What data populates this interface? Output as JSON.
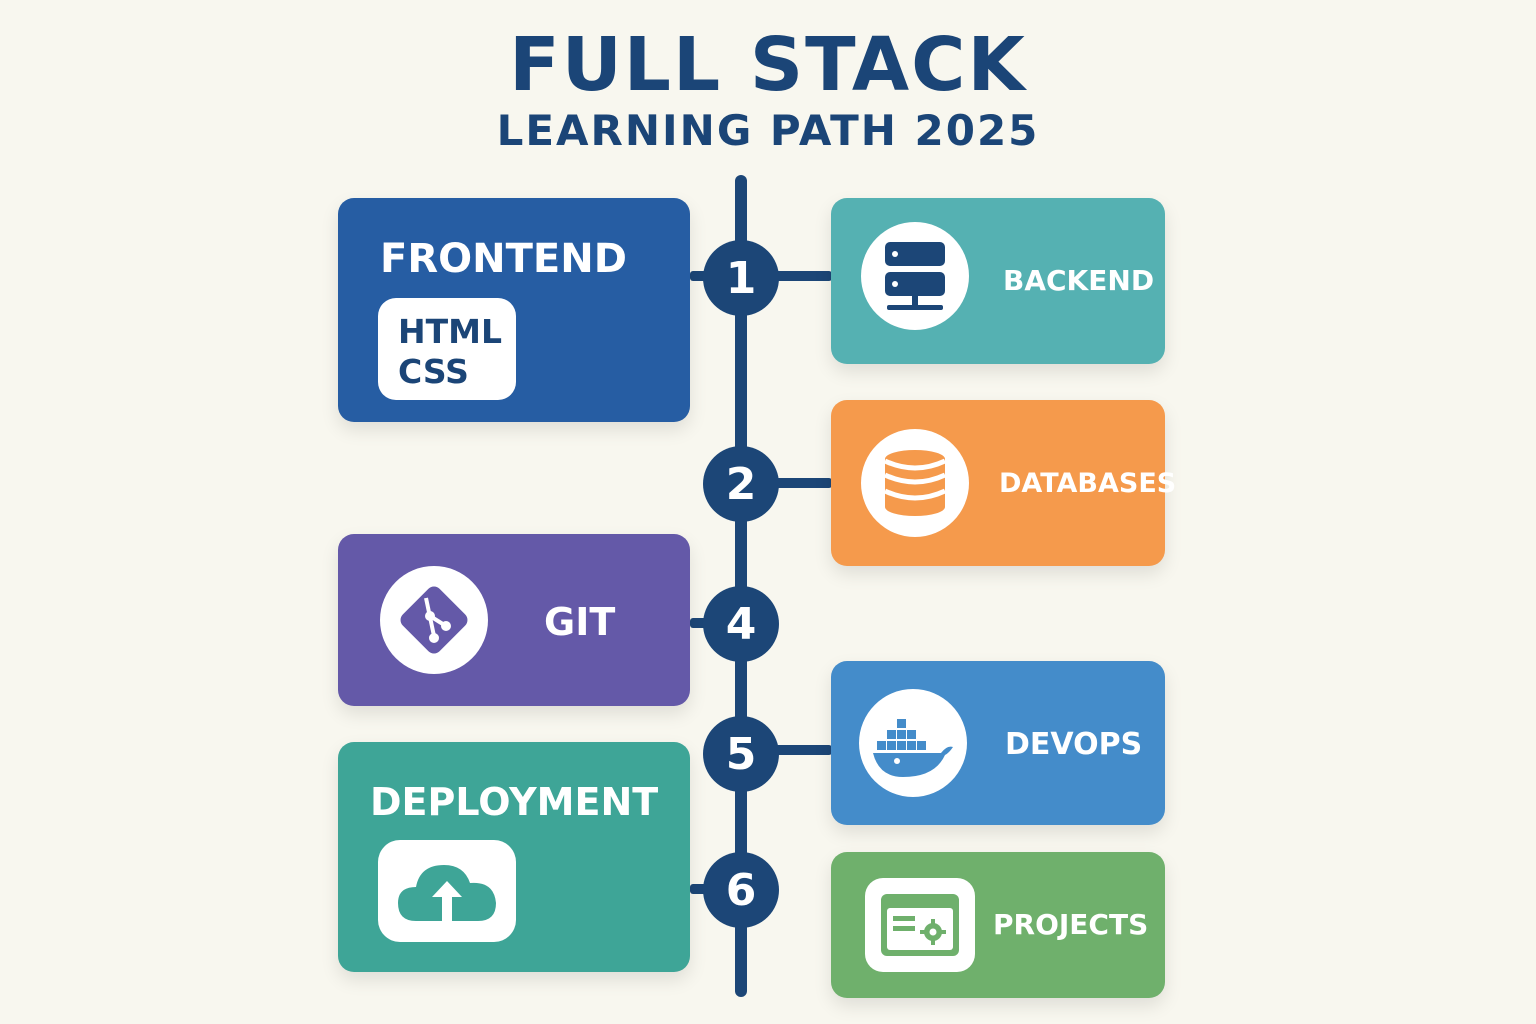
{
  "header": {
    "title": "FULL STACK",
    "subtitle": "LEARNING PATH 2025"
  },
  "steps": {
    "s1": "1",
    "s2": "2",
    "s4": "4",
    "s5": "5",
    "s6": "6"
  },
  "cards": {
    "frontend": {
      "label": "FRONTEND",
      "items": [
        "HTML",
        "CSS"
      ],
      "color": "#265da3"
    },
    "backend": {
      "label": "BACKEND",
      "color": "#55b1b2",
      "icon": "server-icon"
    },
    "databases": {
      "label": "DATABASES",
      "color": "#f59a4c",
      "icon": "database-icon"
    },
    "git": {
      "label": "GIT",
      "color": "#6459a8",
      "icon": "git-icon"
    },
    "devops": {
      "label": "DEVOPS",
      "color": "#448cca",
      "icon": "docker-whale-icon"
    },
    "deployment": {
      "label": "DEPLOYMENT",
      "color": "#3ea597",
      "icon": "cloud-upload-icon"
    },
    "projects": {
      "label": "PROJECTS",
      "color": "#6fb06c",
      "icon": "browser-settings-icon"
    }
  },
  "colors": {
    "navy": "#1b4577",
    "background": "#f8f7ef"
  }
}
